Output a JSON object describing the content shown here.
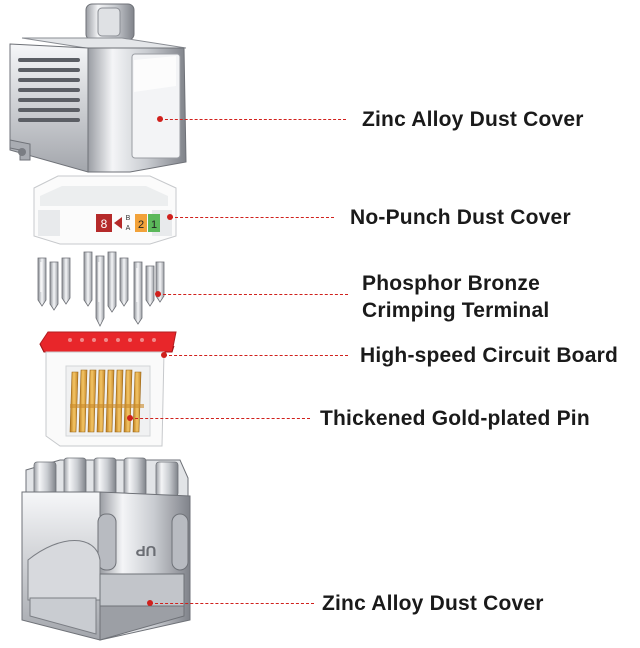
{
  "colors": {
    "leader": "#d0201c",
    "circuit_board": "#e8262a",
    "metal_light": "#f2f3f5",
    "metal_dark": "#8d9096",
    "gold": "#e0a43a",
    "housing": "#ffffff",
    "label_text": "#1a1a1a"
  },
  "callouts": [
    {
      "id": "top-cover",
      "lines": [
        "Zinc Alloy Dust Cover"
      ]
    },
    {
      "id": "no-punch-cover",
      "lines": [
        "No-Punch Dust Cover"
      ]
    },
    {
      "id": "terminal",
      "lines": [
        "Phosphor Bronze",
        "Crimping Terminal"
      ]
    },
    {
      "id": "circuit-board",
      "lines": [
        "High-speed Circuit Board"
      ]
    },
    {
      "id": "gold-pin",
      "lines": [
        "Thickened Gold-plated Pin"
      ]
    },
    {
      "id": "bottom-cover",
      "lines": [
        "Zinc Alloy Dust Cover"
      ]
    }
  ],
  "printed_marks": {
    "pin_8": "8",
    "pin_b": "B",
    "pin_a": "A",
    "pin_2": "2",
    "pin_1": "1",
    "up_mark": "UP"
  }
}
